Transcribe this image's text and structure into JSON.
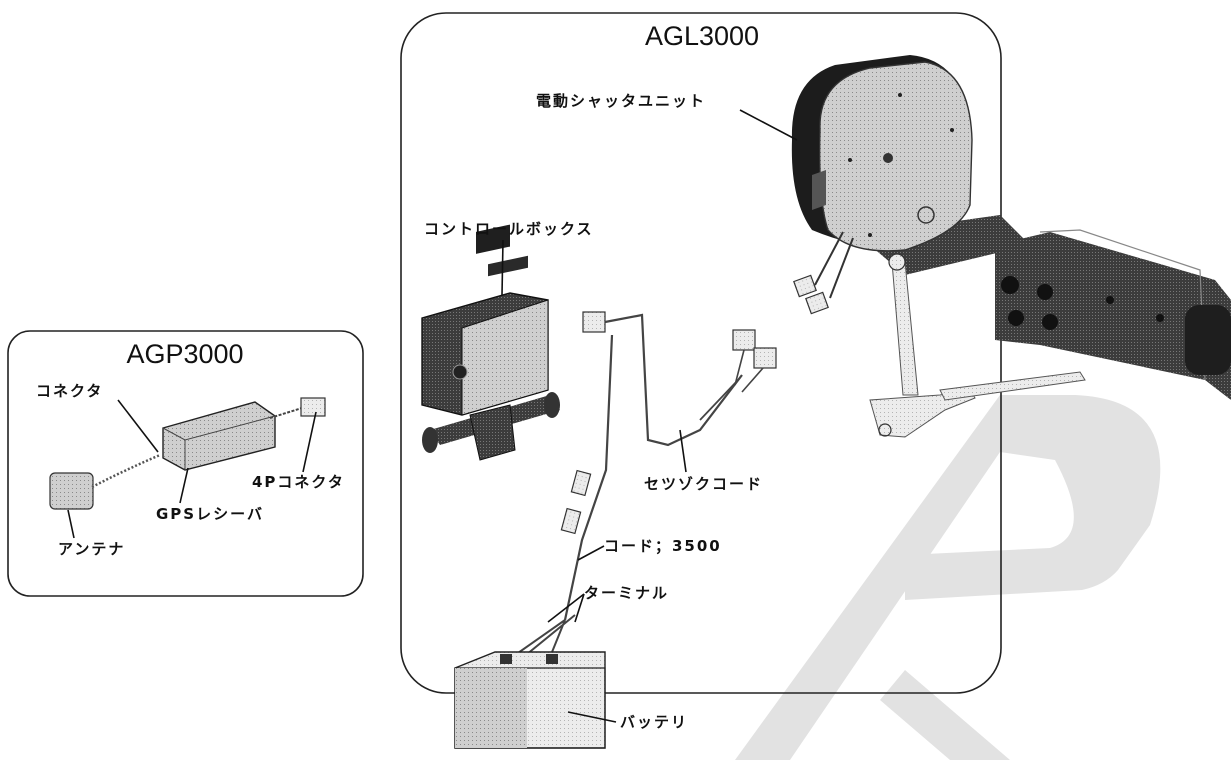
{
  "watermark_color": "#e2e2e2",
  "agp": {
    "title": "AGP3000",
    "labels": {
      "connector": "コネクタ",
      "connector_4p": "4Pコネクタ",
      "gps_receiver": "GPSレシーバ",
      "antenna": "アンテナ"
    }
  },
  "agl": {
    "title": "AGL3000",
    "labels": {
      "shutter_unit": "電動シャッタユニット",
      "control_box": "コントロールボックス",
      "connection_cord": "セツゾクコード",
      "cord": "コード；3500",
      "terminal": "ターミナル",
      "battery": "バッテリ"
    }
  }
}
